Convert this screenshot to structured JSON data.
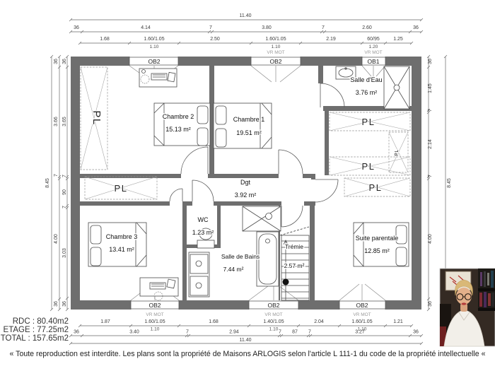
{
  "plan": {
    "rooms": [
      {
        "name": "Chambre 2",
        "area": "15.13 m²"
      },
      {
        "name": "Chambre 1",
        "area": "19.51 m²"
      },
      {
        "name": "Salle d'Eau",
        "area": "3.76 m²"
      },
      {
        "name": "Dgt",
        "area": "3.92 m²"
      },
      {
        "name": "WC",
        "area": "1.23 m²"
      },
      {
        "name": "Salle de Bains",
        "area": "7.44 m²"
      },
      {
        "name": "Trémie",
        "area": "2.57 m²"
      },
      {
        "name": "Chambre 3",
        "area": "13.41 m²"
      },
      {
        "name": "Suite parentale",
        "area": "12.85 m²"
      }
    ],
    "closet_label": "PL",
    "windows": {
      "top": [
        "OB2",
        "OB2",
        "OB1"
      ],
      "bottom": [
        "OB2",
        "OB2",
        "OB2"
      ],
      "shutter": "VR MOT"
    },
    "dims": {
      "top": {
        "total": "11.40",
        "row2": [
          "36",
          "4.14",
          "7",
          "3.80",
          "7",
          "2.60",
          "36"
        ],
        "row3": [
          "1.68",
          "1.60/1.05",
          "2.50",
          "1.60/1.05",
          "2.19",
          "60/95",
          "1.25"
        ],
        "sub": [
          "1.10",
          "1.10",
          "1.20"
        ]
      },
      "bottom": {
        "total": "11.40",
        "row1": [
          "1.87",
          "1.60/1.05",
          "1.68",
          "1.40/1.05",
          "2.04",
          "1.60/1.05",
          "1.21"
        ],
        "sub": [
          "1.10",
          "1.10",
          "1.10"
        ],
        "row2": [
          "36",
          "3.40",
          "7",
          "2.94",
          "7",
          "87",
          "7",
          "3.27",
          "36"
        ]
      },
      "left": {
        "total": "8.45",
        "mid": [
          "36",
          "3.66",
          "7",
          "4.00",
          "36"
        ],
        "inner": [
          "36",
          "3.65",
          "7",
          "90",
          "7",
          "3.03",
          "36"
        ]
      },
      "right": {
        "total": "8.45",
        "inner": [
          "36",
          "1.45",
          "7",
          "2.14",
          "7",
          "4.00",
          "36"
        ]
      }
    }
  },
  "areas_summary": {
    "lines": [
      "RDC : 80.40m2",
      "ETAGE : 77.25m2",
      "TOTAL : 157.65m2"
    ]
  },
  "footer": {
    "text": "« Toute reproduction est interdite. Les plans sont la propriété de Maisons ARLOGIS selon l'article L 111-1 du code de la propriété intellectuelle «"
  }
}
